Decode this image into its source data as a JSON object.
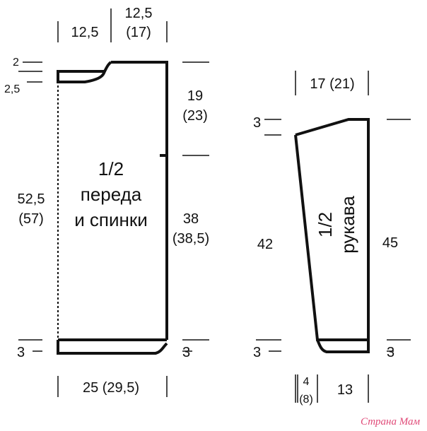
{
  "body": {
    "title": [
      "1/2",
      "переда",
      "и спинки"
    ],
    "dims": {
      "neck_half_width": "12,5",
      "shoulder_width": "12,5",
      "shoulder_width_alt": "(17)",
      "shoulder_slope": "2",
      "neck_depth": "2,5",
      "length": "52,5",
      "length_alt": "(57)",
      "armhole": "19",
      "armhole_alt": "(23)",
      "side_length": "38",
      "side_length_alt": "(38,5)",
      "rib_left": "3",
      "rib_right": "3",
      "width": "25 (29,5)"
    }
  },
  "sleeve": {
    "title": [
      "1/2",
      "рукава"
    ],
    "dims": {
      "top_width": "17 (21)",
      "cap_left": "3",
      "inner_length": "42",
      "outer_length": "45",
      "rib_left": "3",
      "rib_right": "3",
      "offset": "4",
      "offset_alt": "(8)",
      "cuff_width": "13"
    }
  },
  "watermark": "Страна Мам"
}
